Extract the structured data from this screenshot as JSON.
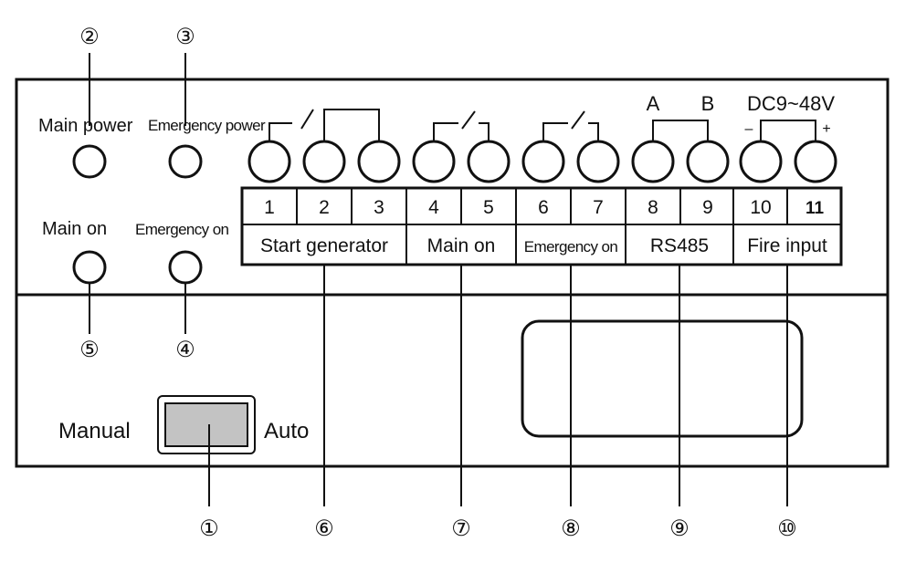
{
  "colors": {
    "ink": "#111111",
    "switch_fill": "#c3c3c3",
    "background": "#ffffff"
  },
  "indicators": {
    "main_power": "Main power",
    "emergency_power": "Emergency power",
    "main_on": "Main on",
    "emergency_on": "Emergency on"
  },
  "terminals": {
    "numbers": [
      "1",
      "2",
      "3",
      "4",
      "5",
      "6",
      "7",
      "8",
      "9",
      "10",
      "11"
    ],
    "groups": [
      "Start generator",
      "Main on",
      "Emergency on",
      "RS485",
      "Fire input"
    ],
    "rs485_a": "A",
    "rs485_b": "B",
    "supply": "DC9~48V",
    "minus": "–",
    "plus": "+"
  },
  "switch": {
    "left": "Manual",
    "right": "Auto"
  },
  "callouts": [
    "②",
    "③",
    "⑤",
    "④",
    "①",
    "⑥",
    "⑦",
    "⑧",
    "⑨",
    "⑩"
  ]
}
